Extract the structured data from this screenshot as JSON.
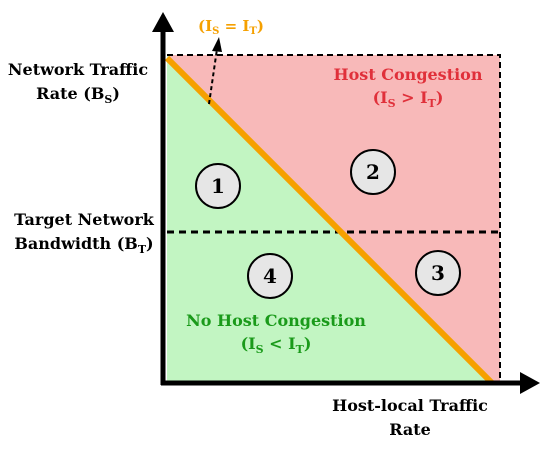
{
  "labels": {
    "y_axis_line1": "Network Traffic",
    "y_axis_line2_pre": "Rate (B",
    "y_axis_line2_sub": "S",
    "y_axis_line2_post": ")",
    "target_line1": "Target Network",
    "target_line2_pre": "Bandwidth (B",
    "target_line2_sub": "T",
    "target_line2_post": ")",
    "x_axis_line1": "Host-local Traffic",
    "x_axis_line2": "Rate",
    "equal_pre": "(I",
    "equal_sub1": "S",
    "equal_mid": " = I",
    "equal_sub2": "T",
    "equal_post": ")",
    "host_congestion": "Host Congestion",
    "host_cond_pre": "(I",
    "host_cond_sub1": "S",
    "host_cond_mid": " > I",
    "host_cond_sub2": "T",
    "host_cond_post": ")",
    "no_congestion": "No Host Congestion",
    "no_cond_pre": "(I",
    "no_cond_sub1": "S",
    "no_cond_mid": " < I",
    "no_cond_sub2": "T",
    "no_cond_post": ")"
  },
  "regions": [
    "1",
    "2",
    "3",
    "4"
  ],
  "colors": {
    "congestion_fill": "#f8b9b9",
    "no_congestion_fill": "#c2f5c2",
    "boundary_line": "#f5a000",
    "congestion_text": "#e0303a",
    "no_congestion_text": "#1a9a1a",
    "region_circle": "#e6e6e6"
  }
}
